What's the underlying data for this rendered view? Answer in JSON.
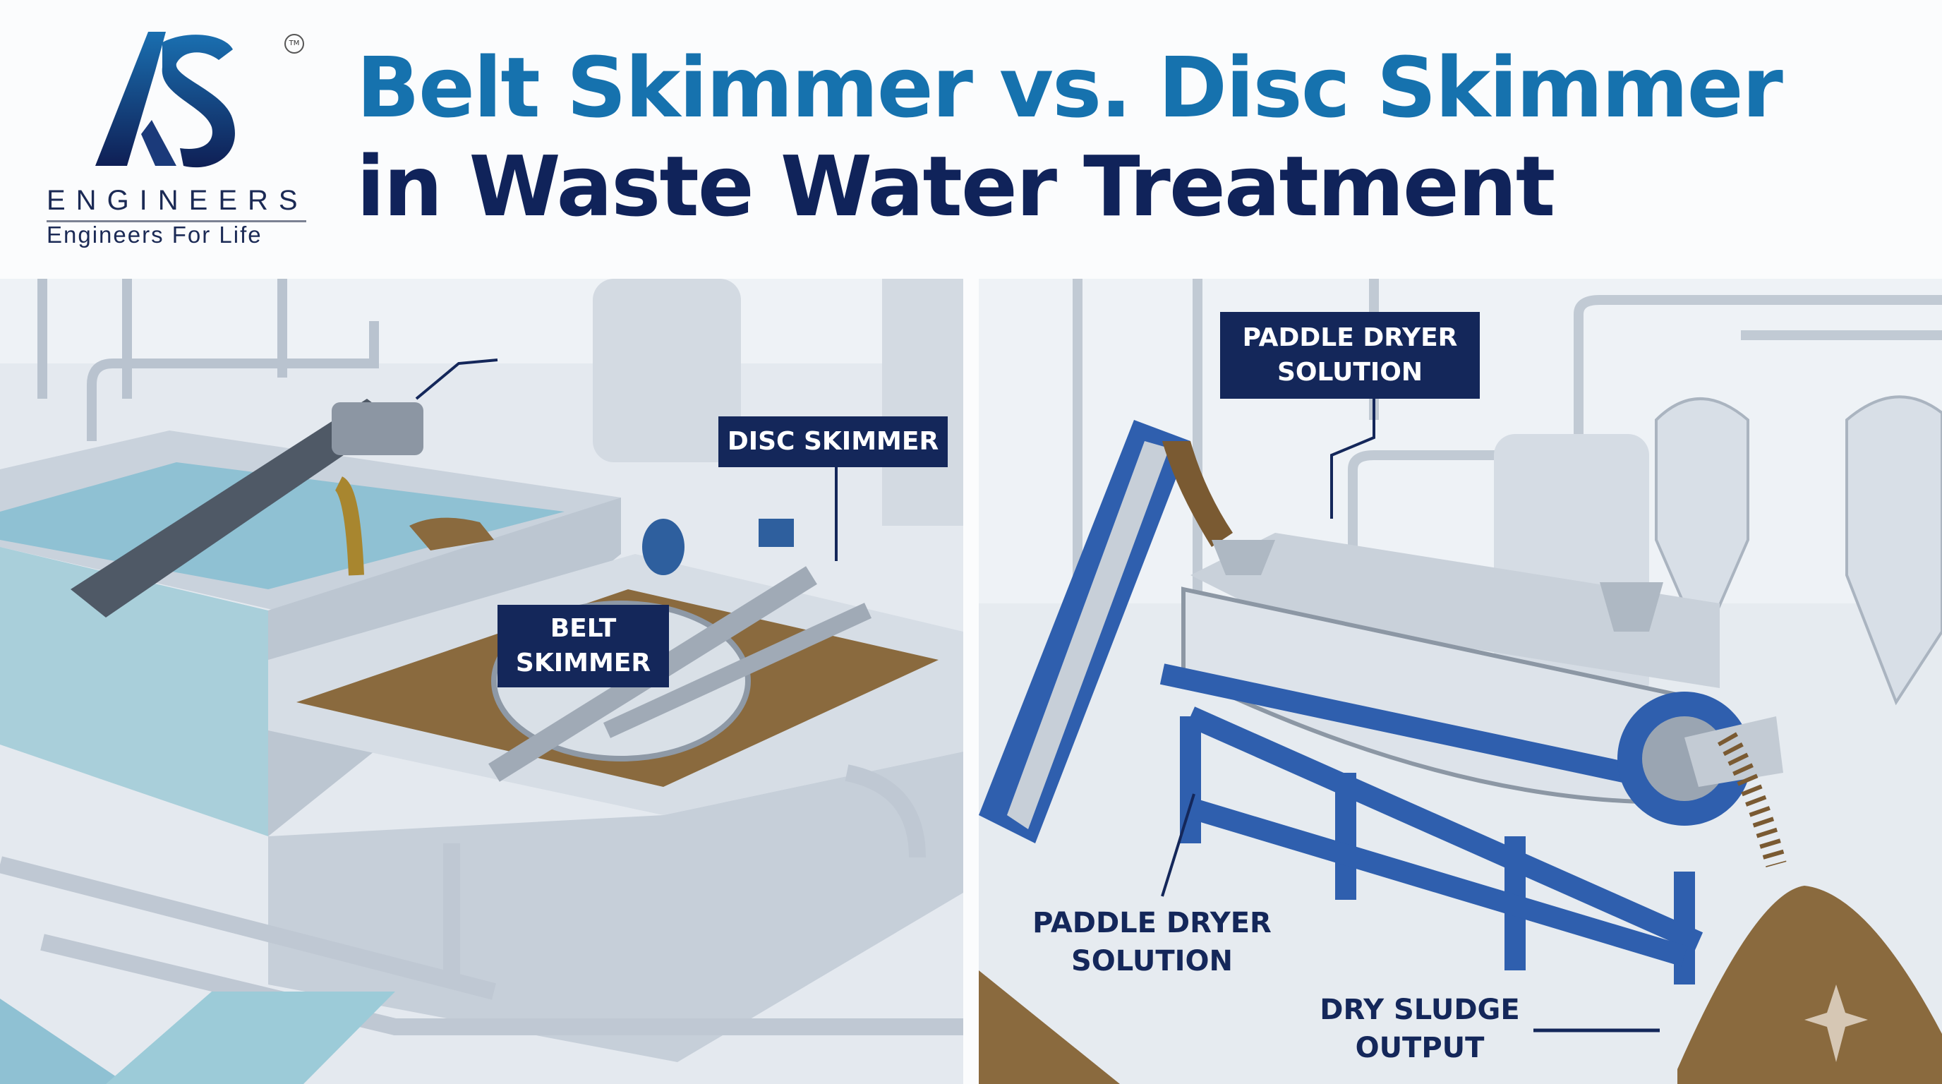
{
  "logo": {
    "letters": "AS",
    "trademark": "TM",
    "wordmark": "ENGINEERS",
    "tagline": "Engineers For Life"
  },
  "title": {
    "line1": "Belt Skimmer vs. Disc Skimmer",
    "line2": "in Waste Water Treatment"
  },
  "left_panel": {
    "labels": {
      "belt_skimmer": "BELT SKIMMER",
      "disc_skimmer": "DISC SKIMMER"
    }
  },
  "right_panel": {
    "labels": {
      "paddle_dryer_top": "PADDLE DRYER SOLUTION",
      "paddle_dryer_bottom": "PADDLE DRYER SOLUTION",
      "dry_sludge_output": "DRY SLUDGE OUTPUT"
    }
  },
  "colors": {
    "title_light": "#1672ae",
    "title_dark": "#10235a",
    "label_bg": "#14275a",
    "machine_blue": "#2f5fae",
    "sludge": "#8a6a3e",
    "water": "#9cc9d8"
  }
}
